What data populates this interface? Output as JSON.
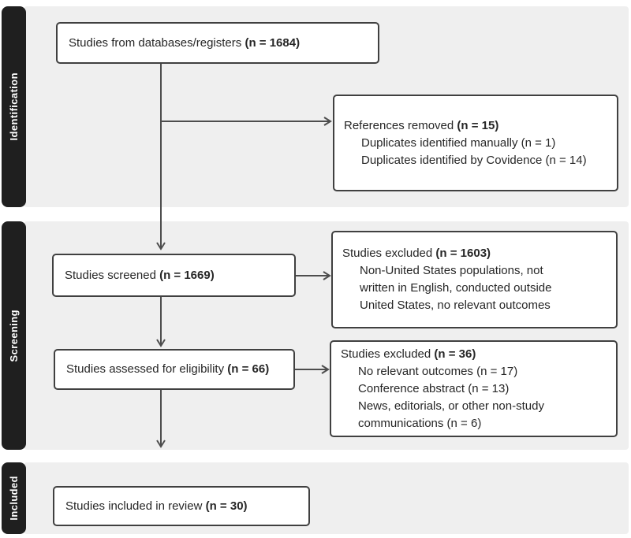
{
  "sections": [
    {
      "id": "identification",
      "label": "Identification"
    },
    {
      "id": "screening",
      "label": "Screening"
    },
    {
      "id": "included",
      "label": "Included"
    }
  ],
  "boxes": {
    "databases": {
      "label": "Studies from databases/registers",
      "count": "(n = 1684)"
    },
    "references_removed": {
      "label": "References removed",
      "count": "(n = 15)",
      "details": [
        "Duplicates identified manually (n = 1)",
        "Duplicates identified by Covidence (n = 14)"
      ]
    },
    "screened": {
      "label": "Studies screened",
      "count": "(n = 1669)"
    },
    "excluded_screening": {
      "label": "Studies excluded",
      "count": "(n = 1603)",
      "details": [
        "Non-United States populations, not",
        "written in English, conducted outside",
        "United States, no relevant outcomes"
      ]
    },
    "assessed": {
      "label": "Studies assessed for eligibility",
      "count": "(n = 66)"
    },
    "excluded_eligibility": {
      "label": "Studies excluded",
      "count": "(n = 36)",
      "details": [
        "No relevant outcomes (n = 17)",
        "Conference abstract (n = 13)",
        "News, editorials, or other non-study",
        "communications (n = 6)"
      ]
    },
    "included": {
      "label": "Studies included in review",
      "count": "(n = 30)"
    }
  },
  "colors": {
    "tab_bg": "#1f1f1f",
    "tab_text": "#ffffff",
    "band_bg": "#efefef",
    "box_bg": "#ffffff",
    "box_border": "#404040",
    "text": "#262626",
    "arrow": "#4d4d4d",
    "page_bg": "#ffffff"
  }
}
